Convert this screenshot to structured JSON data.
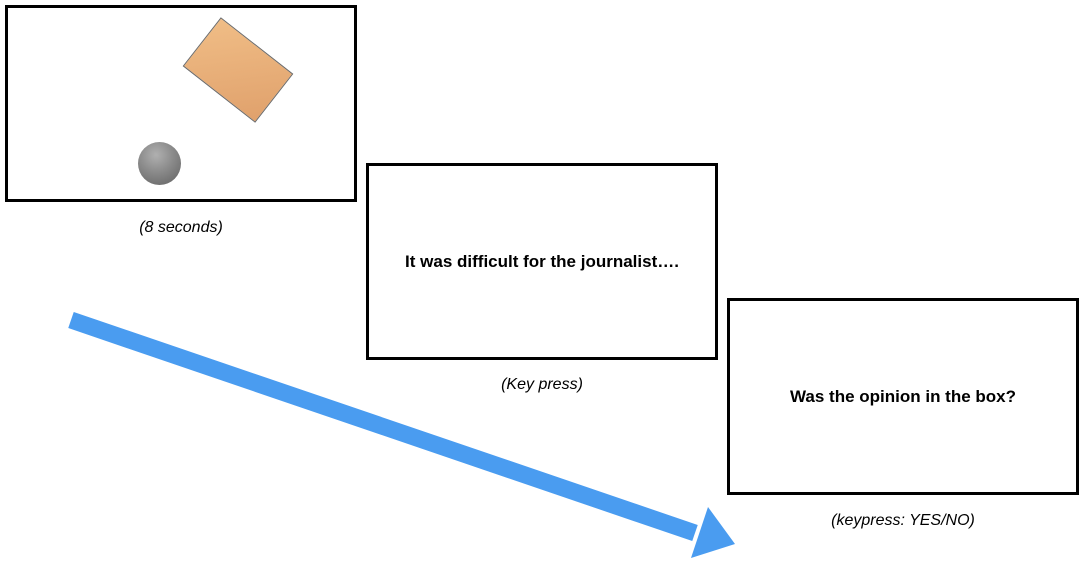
{
  "trial_sequence": {
    "screen1": {
      "caption": "(8 seconds)",
      "shapes": {
        "rectangle": {
          "color": "#e8ad77",
          "border_color": "#6a6a6a"
        },
        "ball": {
          "color": "#8a8a8a"
        }
      }
    },
    "screen2": {
      "text": "It was difficult for the journalist….",
      "caption": "(Key press)"
    },
    "screen3": {
      "text": "Was the opinion in the box?",
      "caption": "(keypress: YES/NO)"
    }
  },
  "time_arrow": {
    "color": "#4a9cf0"
  }
}
